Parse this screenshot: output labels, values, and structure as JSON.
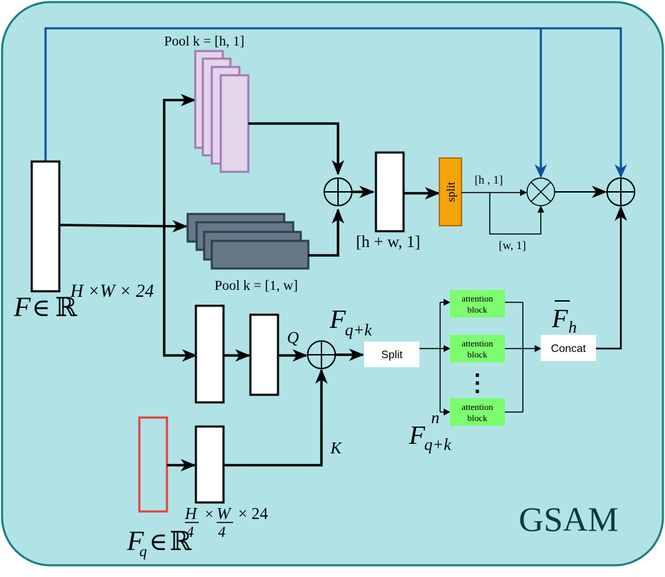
{
  "module_name": "GSAM",
  "labels": {
    "pool_h": "Pool k = [h, 1]",
    "pool_w": "Pool k = [1, w]",
    "concat_size": "[h + w, 1]",
    "split_vertical": "split",
    "split_out_h": "[h , 1]",
    "split_out_w": "[w, 1]",
    "split_box": "Split",
    "concat_box": "Concat",
    "attention_block_line1": "attention",
    "attention_block_line2": "block",
    "ellipsis": "⋮",
    "q": "Q",
    "k": "K"
  },
  "math": {
    "F": "F",
    "elem": "∈",
    "reals": "ℝ",
    "F_dims": "H ×W × 24",
    "Fq_base": "F",
    "Fq_sub": "q",
    "Fq_H": "H",
    "Fq_times": "×",
    "Fq_W": "W",
    "Fq_4a": "4",
    "Fq_4b": "4",
    "Fq_tail": "× 24",
    "Fqk_base": "F",
    "Fqk_sub": "q+k",
    "Fqkn_base": "F",
    "Fqkn_sub": "q+k",
    "Fqkn_sup": "n",
    "Fh_base": "F",
    "Fh_sub": "h",
    "Fh_bar": "̅"
  },
  "colors": {
    "background": "#b1e3e6",
    "border": "#1a7f7f",
    "blue_line": "#0b4fa3",
    "purple_stroke": "#a27bb8",
    "purple_fill": "#e4d5ea",
    "slate_fill": "#667788",
    "slate_stroke": "#2c3e50",
    "orange_fill": "#f5a30a",
    "orange_stroke": "#b36b00",
    "green_fill": "#7cfc6f",
    "red_stroke": "#e53e3e",
    "gsam_text": "#0d3b3b"
  }
}
